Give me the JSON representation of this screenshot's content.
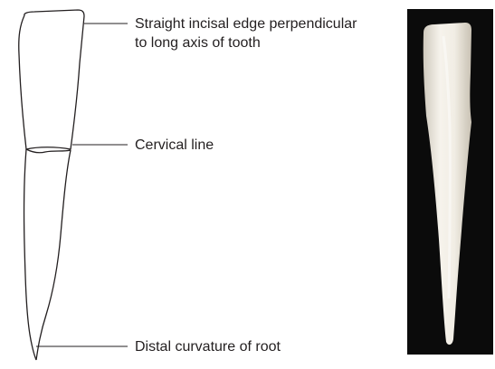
{
  "callouts": {
    "incisal_edge": [
      "Straight incisal edge perpendicular",
      "to long axis of tooth"
    ],
    "cervical_line": "Cervical line",
    "distal_curvature": "Distal curvature of root"
  },
  "colors": {
    "outline": "#231f20",
    "text": "#231f20",
    "photo_background": "#0b0b0b",
    "tooth_enamel": "#f4f1ea",
    "tooth_shadow": "#d9d4c8"
  }
}
